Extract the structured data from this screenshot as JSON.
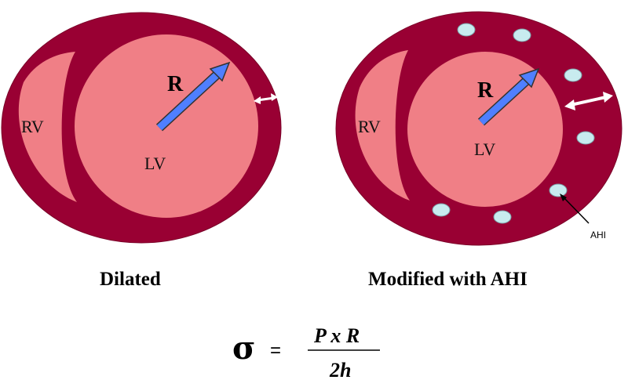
{
  "colors": {
    "wall": "#990033",
    "cavity": "#f07f86",
    "arrow": "#4f7fff",
    "inclusion": "#c8ebef",
    "arrow_outline": "#333333"
  },
  "left_heart": {
    "rv_label": "RV",
    "lv_label": "LV",
    "radius_label": "R",
    "caption": "Dilated"
  },
  "right_heart": {
    "rv_label": "RV",
    "lv_label": "LV",
    "radius_label": "R",
    "caption": "Modified with AHI",
    "ahi_label": "AHI"
  },
  "formula": {
    "symbol": "σ",
    "equals": "=",
    "numerator": "P x R",
    "denominator": "2h"
  }
}
